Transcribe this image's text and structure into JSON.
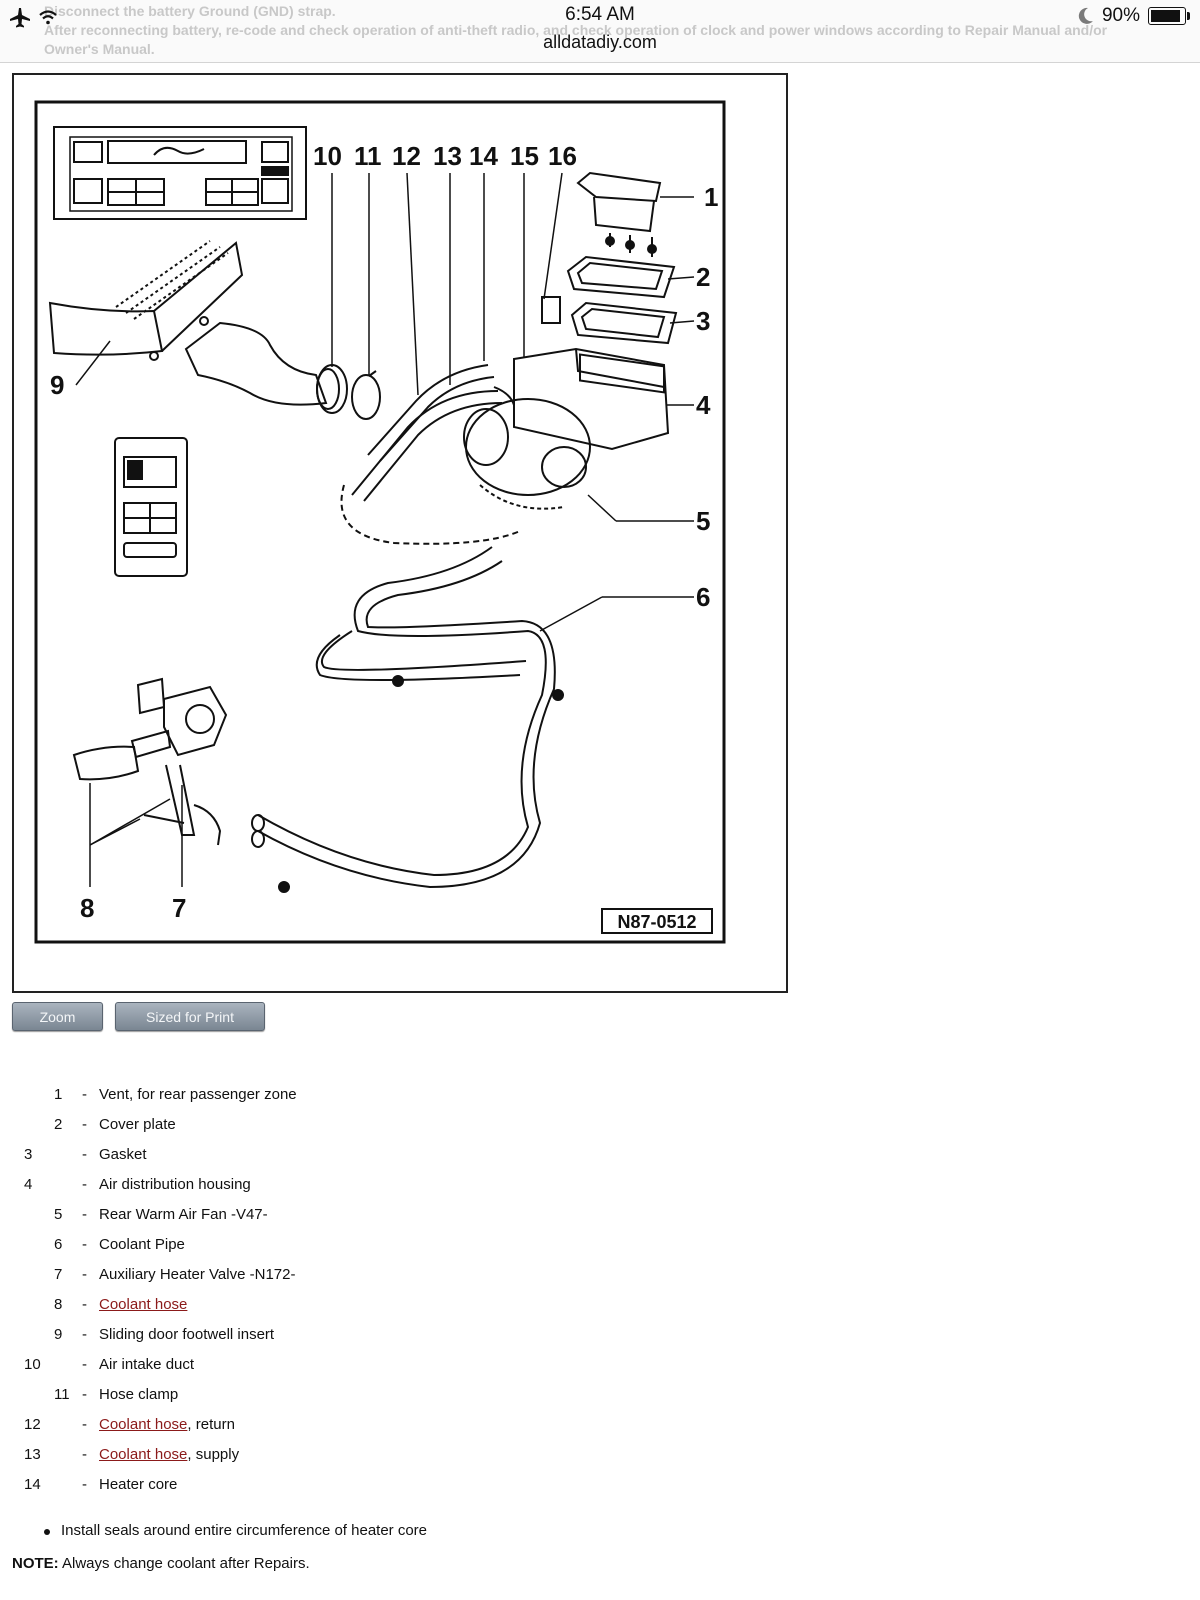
{
  "status_bar": {
    "time": "6:54 AM",
    "url": "alldatadiy.com",
    "battery": "90%"
  },
  "ghost_text": [
    "Disconnect the battery Ground (GND) strap.",
    "After reconnecting battery, re-code and check operation of anti-theft radio, and check operation of clock and power windows according to Repair Manual and/or",
    "Owner's Manual."
  ],
  "diagram": {
    "reference": "N87-0512",
    "callouts": [
      "1",
      "2",
      "3",
      "4",
      "5",
      "6",
      "7",
      "8",
      "9",
      "10",
      "11",
      "12",
      "13",
      "14",
      "15",
      "16"
    ]
  },
  "buttons": {
    "zoom": "Zoom",
    "sized_for_print": "Sized for Print"
  },
  "legend": [
    {
      "num": "1",
      "desc": "Vent, for rear passenger zone"
    },
    {
      "num": "2",
      "desc": "Cover plate"
    },
    {
      "num": "3",
      "desc": "Gasket"
    },
    {
      "num": "4",
      "desc": "Air distribution housing"
    },
    {
      "num": "5",
      "desc": "Rear Warm Air Fan -V47-"
    },
    {
      "num": "6",
      "desc": "Coolant Pipe"
    },
    {
      "num": "7",
      "desc": "Auxiliary Heater Valve -N172-"
    },
    {
      "num": "8",
      "link": "Coolant hose"
    },
    {
      "num": "9",
      "desc": "Sliding door footwell insert"
    },
    {
      "num": "10",
      "desc": "Air intake duct"
    },
    {
      "num": "11",
      "desc": "Hose clamp"
    },
    {
      "num": "12",
      "link": "Coolant hose",
      "suffix": ", return"
    },
    {
      "num": "13",
      "link": "Coolant hose",
      "suffix": ", supply"
    },
    {
      "num": "14",
      "desc": "Heater core"
    }
  ],
  "bullet": "Install seals around entire circumference of heater core",
  "note": {
    "label": "NOTE:",
    "text": " Always change coolant after Repairs."
  },
  "colors": {
    "link": "#8b1a1a",
    "button": "#8d98a4"
  }
}
